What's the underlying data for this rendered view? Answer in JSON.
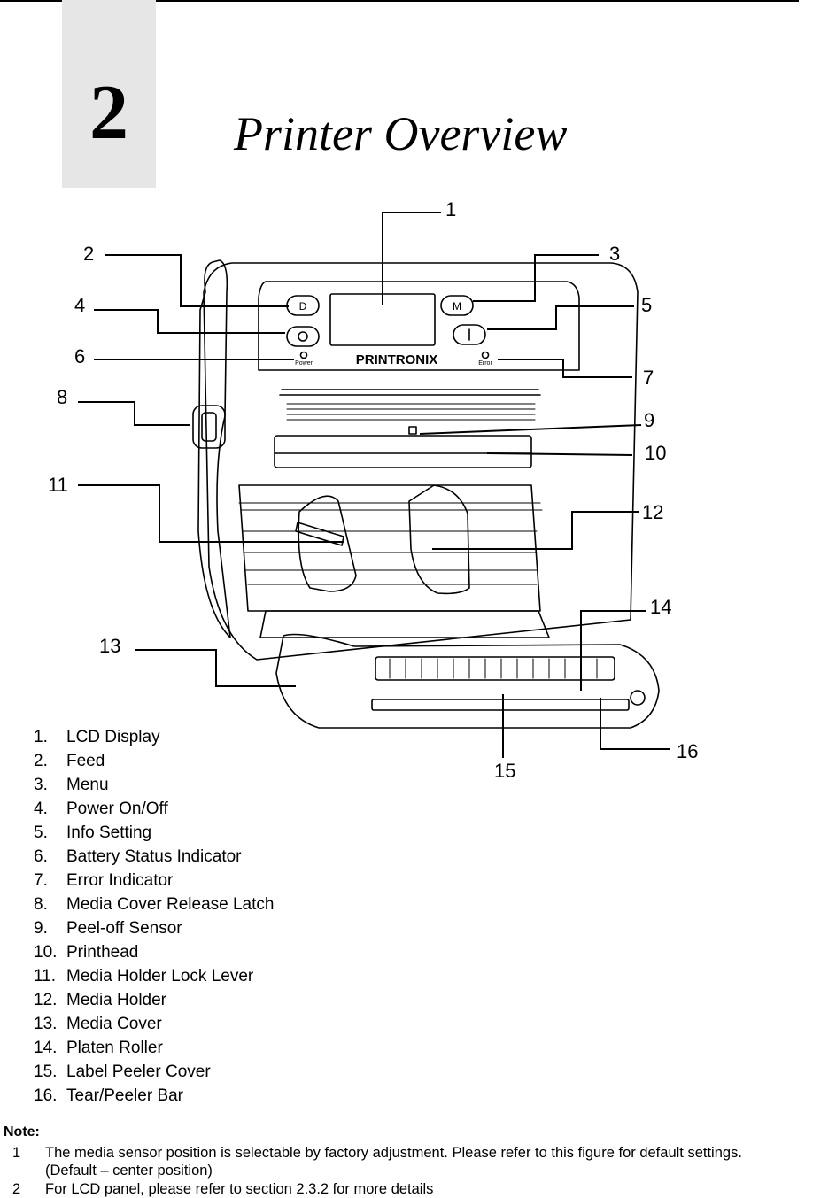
{
  "header": {
    "chapter_number": "2",
    "chapter_title": "Printer Overview"
  },
  "diagram": {
    "callouts": [
      "1",
      "2",
      "3",
      "4",
      "5",
      "6",
      "7",
      "8",
      "9",
      "10",
      "11",
      "12",
      "13",
      "14",
      "15",
      "16"
    ],
    "brand_label": "PRINTRONIX",
    "led_power_label": "Power",
    "led_error_label": "Error"
  },
  "parts": [
    {
      "number": "1.",
      "label": "LCD Display"
    },
    {
      "number": "2.",
      "label": "Feed"
    },
    {
      "number": "3.",
      "label": "Menu"
    },
    {
      "number": "4.",
      "label": "Power On/Off"
    },
    {
      "number": "5.",
      "label": "Info Setting"
    },
    {
      "number": "6.",
      "label": "Battery Status Indicator"
    },
    {
      "number": "7.",
      "label": "Error Indicator"
    },
    {
      "number": "8.",
      "label": "Media Cover Release Latch"
    },
    {
      "number": "9.",
      "label": "Peel-off Sensor"
    },
    {
      "number": "10.",
      "label": "Printhead"
    },
    {
      "number": "11.",
      "label": "Media Holder Lock Lever"
    },
    {
      "number": "12.",
      "label": "Media Holder"
    },
    {
      "number": "13.",
      "label": "Media Cover"
    },
    {
      "number": "14.",
      "label": "Platen Roller"
    },
    {
      "number": "15.",
      "label": "Label Peeler Cover"
    },
    {
      "number": "16.",
      "label": "Tear/Peeler Bar"
    }
  ],
  "notes": {
    "heading": "Note:",
    "items": [
      {
        "number": "1",
        "lines": [
          "The media sensor position is selectable by factory adjustment. Please refer to this figure for default settings.",
          "(Default – center position)"
        ]
      },
      {
        "number": "2",
        "lines": [
          "For LCD panel, please refer to section 2.3.2 for more details"
        ]
      }
    ]
  }
}
